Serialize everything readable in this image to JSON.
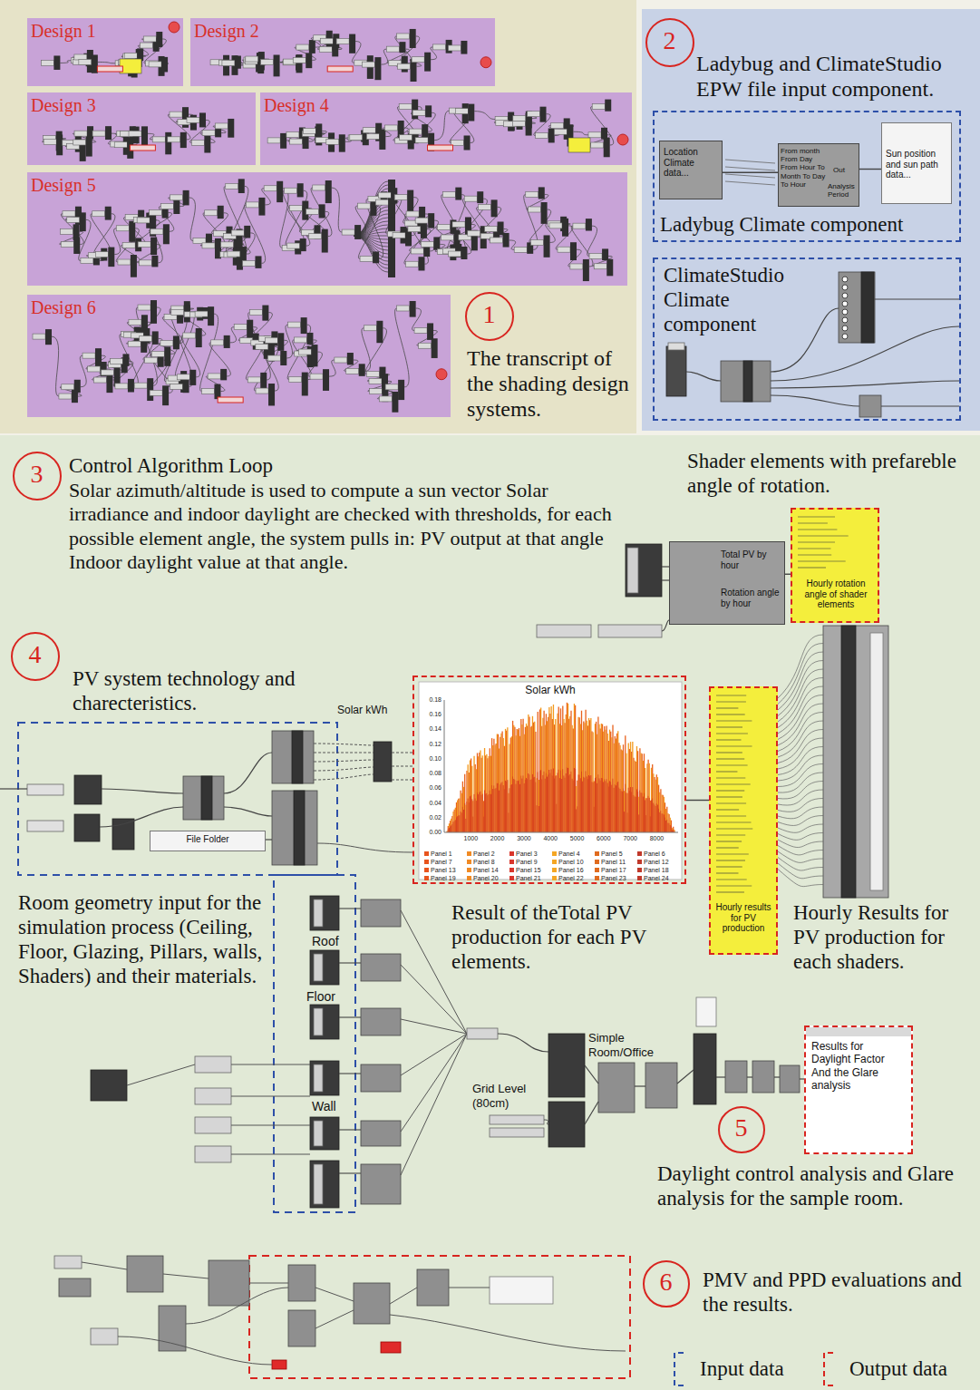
{
  "diagram": {
    "nodes": [
      {
        "text": [
          "The transcript of the shading design systems."
        ]
      },
      {
        "text": [
          "Design 1"
        ],
        "in": 0
      },
      {
        "text": [
          "Design 2"
        ],
        "in": 0
      },
      {
        "text": [
          "Design 3"
        ],
        "in": 0
      },
      {
        "text": [
          "Design 4"
        ],
        "in": 0
      },
      {
        "text": [
          "Design 5"
        ],
        "in": 0
      },
      {
        "text": [
          "Design 6"
        ],
        "in": 0
      },
      {
        "text": [
          "1"
        ],
        "in": 0
      },
      {
        "text": [
          "Ladybug and ClimateStudio EPW file input component."
        ]
      },
      {
        "text": [
          "2"
        ],
        "in": 8
      },
      {
        "text": [
          "Ladybug Climate component"
        ],
        "in": 8
      },
      {
        "text": [
          "Location Climate data..."
        ],
        "in": 10
      },
      {
        "text": [
          "From month From Day From Hour To Month To Day To Hour",
          "Out",
          "Analysis Period"
        ],
        "in": 10
      },
      {
        "text": [
          "Sun position and sun path data..."
        ],
        "in": 10
      },
      {
        "text": [
          "ClimateStudio Climate component"
        ],
        "in": 8
      },
      {
        "text": [
          "3"
        ]
      },
      {
        "text": [
          "Total PV by hour",
          "Rotation angle by hour"
        ]
      },
      {
        "text": [
          "Hourly rotation angle of shader elements"
        ]
      },
      {
        "text": [
          "4"
        ]
      },
      {
        "text": [
          "File Folder"
        ]
      },
      {
        "text": [
          "Solar kWh"
        ]
      },
      {
        "text": [
          "Hourly results for PV production"
        ]
      },
      {
        "text": [
          "Results for Daylight Factor And the Glare analysis"
        ]
      },
      {
        "text": [
          "5"
        ]
      },
      {
        "text": [
          "6"
        ]
      }
    ],
    "edges": [
      {
        "from": 11,
        "to": 12,
        "arrow": "none"
      },
      {
        "from": 12,
        "to": 13,
        "arrow": "none"
      },
      {
        "from": 16,
        "to": 17,
        "arrow": "none"
      },
      {
        "from": 20,
        "to": 21,
        "arrow": "none"
      }
    ],
    "labels": [
      "Control Algorithm Loop",
      "Solar azimuth/altitude is used to compute a sun vector Solar irradiance and indoor daylight are checked with thresholds, for each possible element angle, the system pulls in: PV output at that angle Indoor daylight value at that angle.",
      "Shader elements with prefareble angle of rotation.",
      "PV system technology and charecteristics.",
      "Solar kWh",
      "0.18",
      "0.16",
      "0.14",
      "0.12",
      "0.10",
      "0.08",
      "0.06",
      "0.04",
      "0.02",
      "0.00",
      "1000",
      "2000",
      "3000",
      "4000",
      "5000",
      "6000",
      "7000",
      "8000",
      "Result of theTotal PV production for each PV elements.",
      "Hourly Results for PV production for each shaders.",
      "Room geometry input for the simulation process (Ceiling, Floor, Glazing, Pillars, walls, Shaders) and their materials.",
      "Roof",
      "Floor",
      "Wall",
      "Grid Level (80cm)",
      "Simple Room/Office",
      "Daylight control analysis and Glare analysis for the sample room.",
      "PMV and PPD evaluations and the results."
    ],
    "legend": [
      {
        "text": "Panel 1",
        "color": "#e8541e"
      },
      {
        "text": "Panel 2",
        "color": "#f08a24"
      },
      {
        "text": "Panel 3",
        "color": "#d9362b"
      },
      {
        "text": "Panel 4",
        "color": "#f5a623"
      },
      {
        "text": "Panel 5",
        "color": "#e06b1f"
      },
      {
        "text": "Panel 6",
        "color": "#c0392b"
      },
      {
        "text": "Panel 7",
        "color": "#e8541e"
      },
      {
        "text": "Panel 8",
        "color": "#f08a24"
      },
      {
        "text": "Panel 9",
        "color": "#d9362b"
      },
      {
        "text": "Panel 10",
        "color": "#f5a623"
      },
      {
        "text": "Panel 11",
        "color": "#e06b1f"
      },
      {
        "text": "Panel 12",
        "color": "#c0392b"
      },
      {
        "text": "Panel 13",
        "color": "#e8541e"
      },
      {
        "text": "Panel 14",
        "color": "#f08a24"
      },
      {
        "text": "Panel 15",
        "color": "#d9362b"
      },
      {
        "text": "Panel 16",
        "color": "#f5a623"
      },
      {
        "text": "Panel 17",
        "color": "#e06b1f"
      },
      {
        "text": "Panel 18",
        "color": "#c0392b"
      },
      {
        "text": "Panel 19",
        "color": "#e8541e"
      },
      {
        "text": "Panel 20",
        "color": "#f08a24"
      },
      {
        "text": "Panel 21",
        "color": "#d9362b"
      },
      {
        "text": "Panel 22",
        "color": "#f5a623"
      },
      {
        "text": "Panel 23",
        "color": "#e06b1f"
      },
      {
        "text": "Panel 24",
        "color": "#c0392b"
      },
      {
        "text": "Input data"
      },
      {
        "text": "Output data"
      }
    ]
  }
}
